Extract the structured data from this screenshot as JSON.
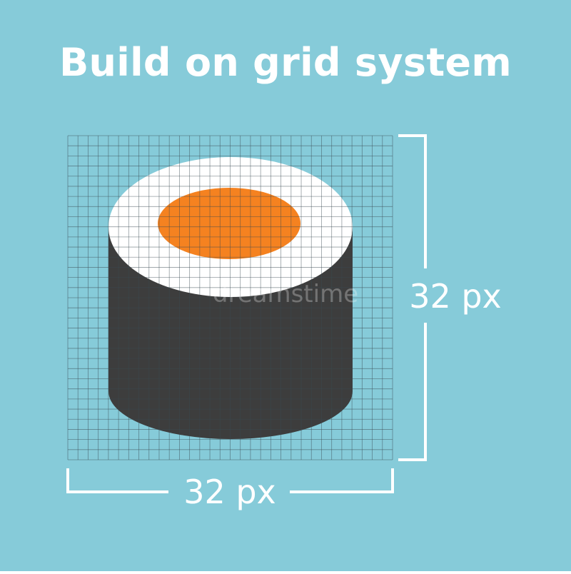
{
  "title": "Build on grid system",
  "grid": {
    "cells": 32
  },
  "dimensions": {
    "width_label": "32 px",
    "height_label": "32 px"
  },
  "watermark": "dreamstime",
  "icon": {
    "name": "sushi-roll",
    "parts": [
      "nori-wrap",
      "rice-layer",
      "salmon-filling"
    ]
  },
  "colors": {
    "background": "#86cbd9",
    "nori": "#3d3d3d",
    "rice": "#ffffff",
    "salmon": "#f58220",
    "grid_line": "#3a4a52",
    "text": "#ffffff"
  }
}
